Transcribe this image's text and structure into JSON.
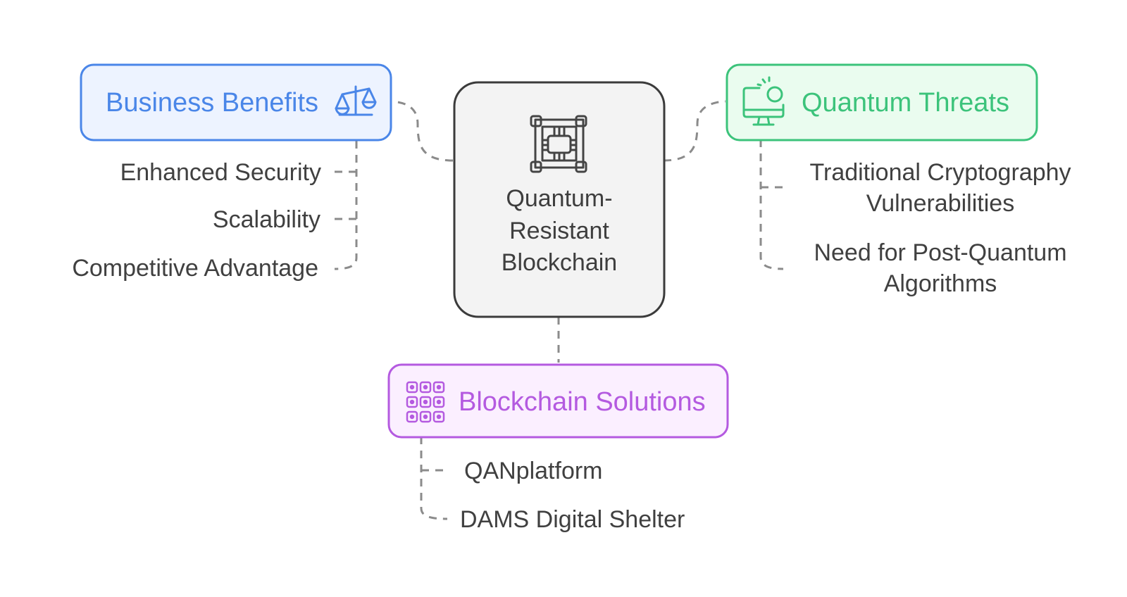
{
  "center": {
    "title_lines": [
      "Quantum-",
      "Resistant",
      "Blockchain"
    ],
    "icon": "chip-icon"
  },
  "business_benefits": {
    "title": "Business Benefits",
    "icon": "scale-icon",
    "color": "#4A86E8",
    "items": [
      "Enhanced Security",
      "Scalability",
      "Competitive Advantage"
    ]
  },
  "quantum_threats": {
    "title": "Quantum Threats",
    "icon": "monitor-alert-icon",
    "color": "#3CC37B",
    "items": [
      [
        "Traditional Cryptography",
        "Vulnerabilities"
      ],
      [
        "Need for Post-Quantum",
        "Algorithms"
      ]
    ]
  },
  "blockchain_solutions": {
    "title": "Blockchain Solutions",
    "icon": "block-grid-icon",
    "color": "#B45AE0",
    "items": [
      "QANplatform",
      "DAMS Digital Shelter"
    ]
  }
}
